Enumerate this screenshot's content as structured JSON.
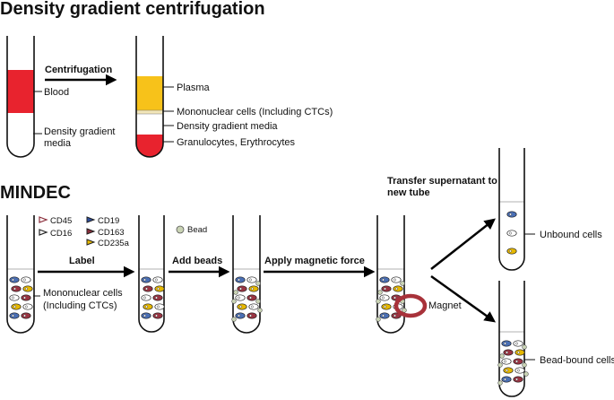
{
  "section1": {
    "title": "Density gradient centrifugation",
    "step": "Centrifugation",
    "tube_before": {
      "labels": [
        "Blood",
        "Density gradient",
        "media"
      ]
    },
    "tube_after": {
      "labels": [
        "Plasma",
        "Mononuclear cells (Including CTCs)",
        "Density gradient media",
        "Granulocytes, Erythrocytes"
      ]
    }
  },
  "section2": {
    "title": "MINDEC",
    "legend": [
      {
        "text": "CD45",
        "color": "#4a6fb5"
      },
      {
        "text": "CD16",
        "color": "#ffffff"
      },
      {
        "text": "CD19",
        "color": "#2f4f9e"
      },
      {
        "text": "CD163",
        "color": "#8a2d3a"
      },
      {
        "text": "CD235a",
        "color": "#e6b800"
      }
    ],
    "bead_label": "Bead",
    "steps": [
      "Label",
      "Add beads",
      "Apply magnetic force"
    ],
    "tube1_labels": [
      "Mononuclear cells",
      "(Including CTCs)"
    ],
    "magnet_label": "Magnet",
    "transfer_label": [
      "Transfer supernatant to",
      "new tube"
    ],
    "unbound_label": "Unbound cells",
    "bound_label": "Bead-bound cells"
  },
  "colors": {
    "blood": "#e8232e",
    "plasma": "#f7c21a",
    "magnet": "#a8323a",
    "cell_blue": "#4a6fb5",
    "cell_red": "#9a3442",
    "cell_yellow": "#e6b800",
    "bead": "#c9d3b4"
  }
}
